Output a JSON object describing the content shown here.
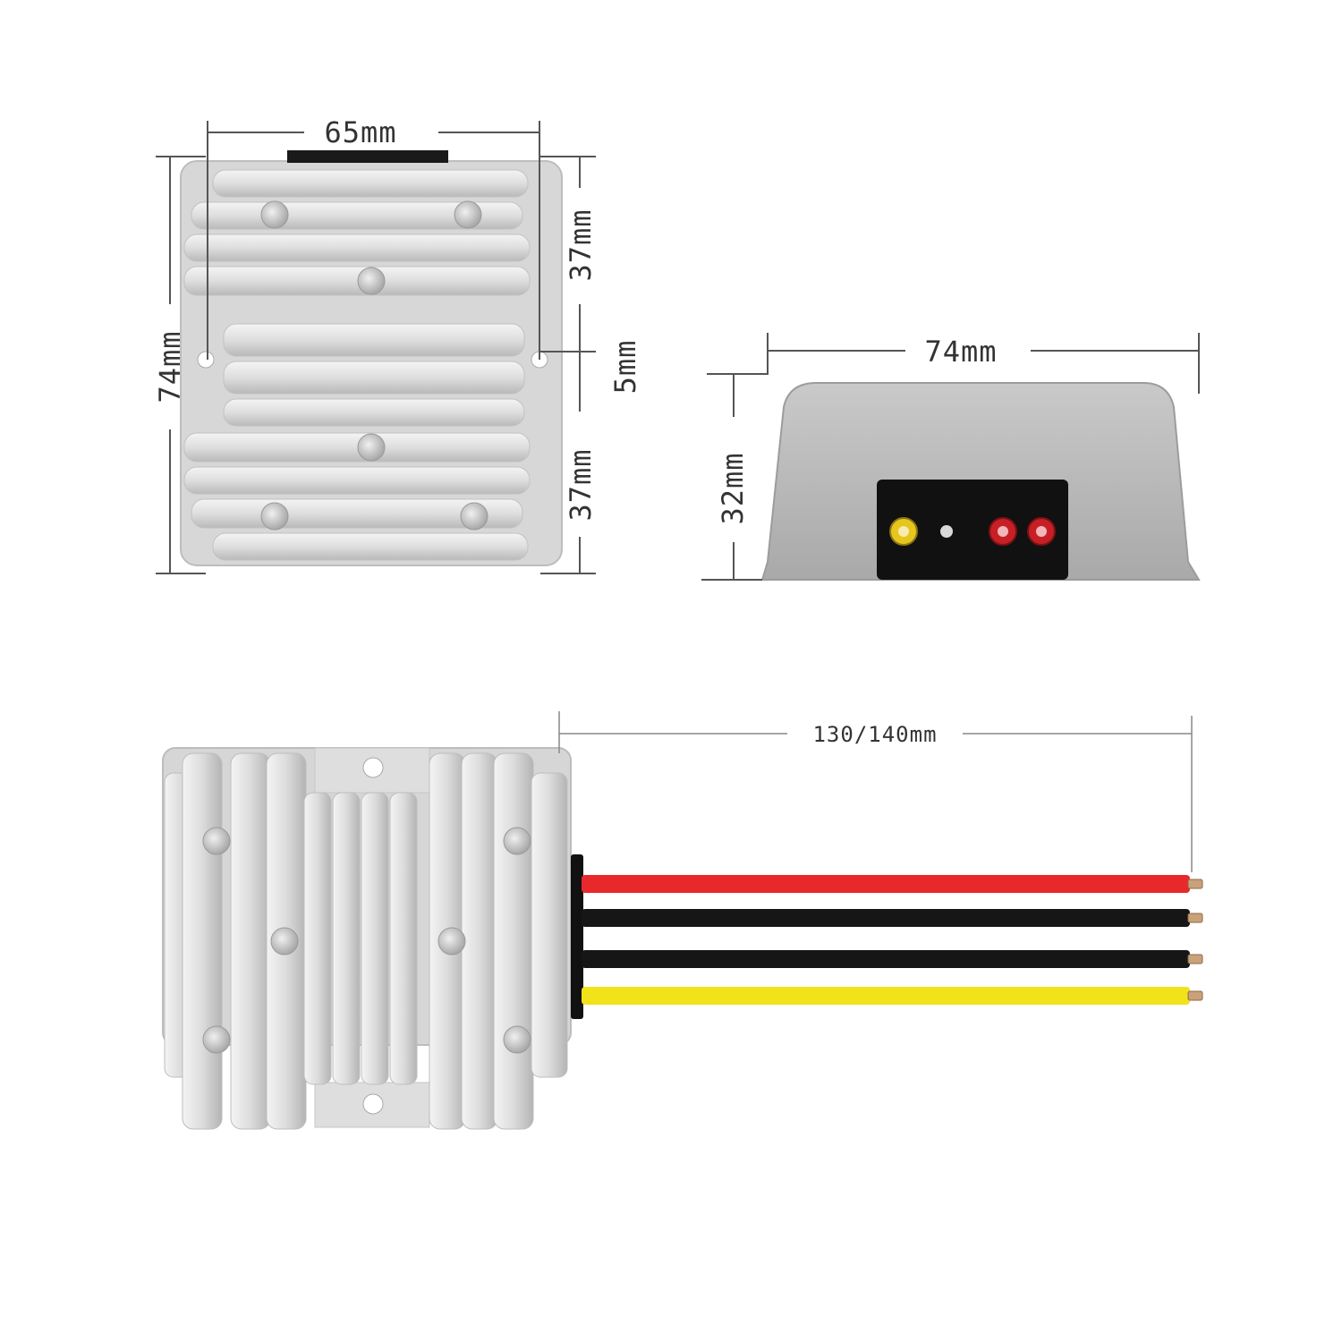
{
  "top_view": {
    "width_label": "65mm",
    "height_label": "74mm",
    "upper_fin_label": "37mm",
    "lower_fin_label": "37mm",
    "hole_label": "5mm"
  },
  "side_view": {
    "width_label": "74mm",
    "height_label": "32mm"
  },
  "wired_view": {
    "wire_length_label": "130/140mm",
    "wires": [
      {
        "color": "red",
        "hex": "#e8282a"
      },
      {
        "color": "black",
        "hex": "#161616"
      },
      {
        "color": "black",
        "hex": "#161616"
      },
      {
        "color": "yellow",
        "hex": "#f2e21a"
      }
    ]
  },
  "colors": {
    "aluminum": "#dcdcdc",
    "aluminum_shadow": "#b7b7b7",
    "connector": "#111111"
  }
}
